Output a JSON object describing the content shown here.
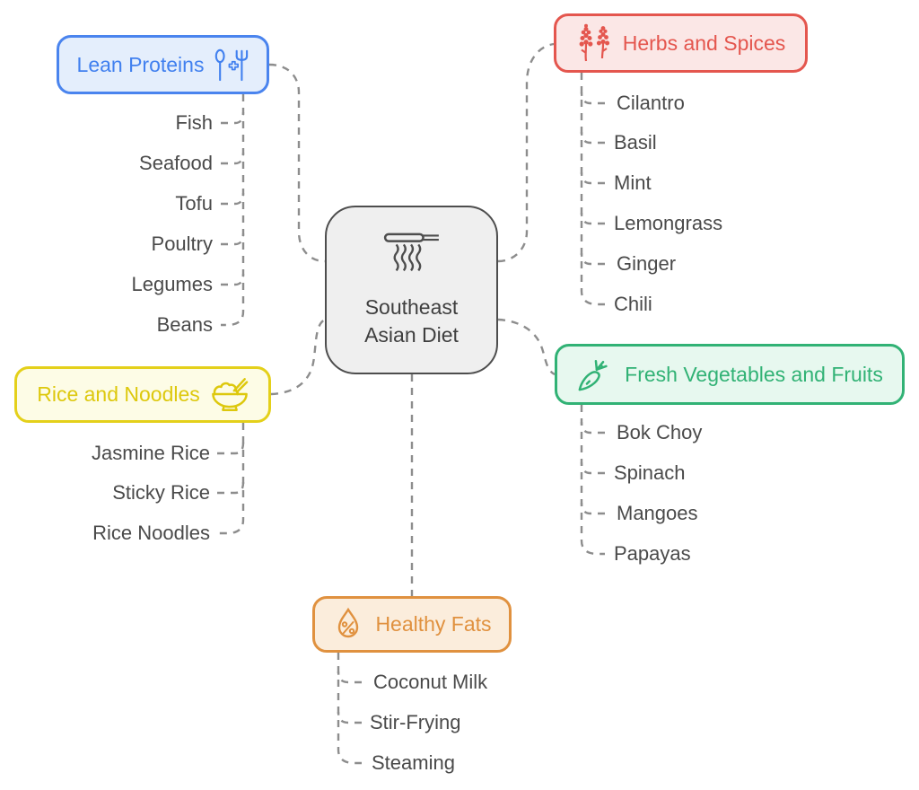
{
  "diagram": {
    "type": "mindmap",
    "connector_color": "#8d8d8d",
    "item_text_color": "#4a4a4a"
  },
  "center": {
    "title_line1": "Southeast",
    "title_line2": "Asian Diet",
    "icon": "noodles-icon",
    "border_color": "#4d4d4d",
    "bg_color": "#efefef",
    "text_color": "#3f3f3f"
  },
  "branches": [
    {
      "label": "Lean Proteins",
      "icon": "utensils-plus-icon",
      "border_color": "#4a84ee",
      "bg_color": "#e4eefc",
      "text_color": "#4180ef",
      "items": [
        "Fish",
        "Seafood",
        "Tofu",
        "Poultry",
        "Legumes",
        "Beans"
      ]
    },
    {
      "label": "Herbs and Spices",
      "icon": "herb-sprigs-icon",
      "border_color": "#e4564e",
      "bg_color": "#fbe7e6",
      "text_color": "#e4564e",
      "items": [
        "Cilantro",
        "Basil",
        "Mint",
        "Lemongrass",
        "Ginger",
        "Chili"
      ]
    },
    {
      "label": "Rice and Noodles",
      "icon": "rice-bowl-icon",
      "border_color": "#e4d01a",
      "bg_color": "#fdfce6",
      "text_color": "#ddc80d",
      "items": [
        "Jasmine Rice",
        "Sticky Rice",
        "Rice Noodles"
      ]
    },
    {
      "label": "Fresh Vegetables and Fruits",
      "icon": "carrot-icon",
      "border_color": "#31b275",
      "bg_color": "#e7f8ef",
      "text_color": "#31b275",
      "items": [
        "Bok Choy",
        "Spinach",
        "Mangoes",
        "Papayas"
      ]
    },
    {
      "label": "Healthy Fats",
      "icon": "droplet-percent-icon",
      "border_color": "#e0913f",
      "bg_color": "#fbeddc",
      "text_color": "#e0913f",
      "items": [
        "Coconut Milk",
        "Stir-Frying",
        "Steaming"
      ]
    }
  ]
}
